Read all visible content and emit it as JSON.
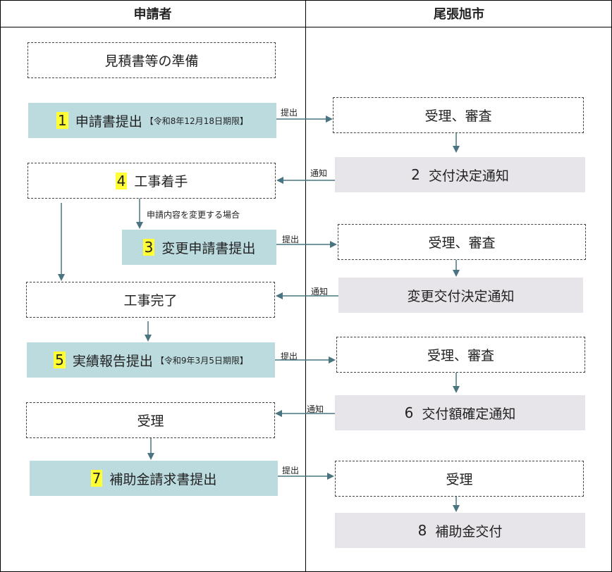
{
  "headers": {
    "applicant": "申請者",
    "city": "尾張旭市"
  },
  "nodes": {
    "prep": "見積書等の準備",
    "step1": {
      "num": "1",
      "label": "申請書提出",
      "note": "【令和8年12月18日期限】"
    },
    "review1": "受理、審査",
    "step2": {
      "num": "2",
      "label": "交付決定通知"
    },
    "step4": {
      "num": "4",
      "label": "工事着手"
    },
    "change_note": "申請内容を変更する場合",
    "step3": {
      "num": "3",
      "label": "変更申請書提出"
    },
    "review2": "受理、審査",
    "change_notice": "変更交付決定通知",
    "complete": "工事完了",
    "step5": {
      "num": "5",
      "label": "実績報告提出",
      "note": "【令和9年3月5日期限】"
    },
    "review3": "受理、審査",
    "step6": {
      "num": "6",
      "label": "交付額確定通知"
    },
    "receipt1": "受理",
    "step7": {
      "num": "7",
      "label": "補助金請求書提出"
    },
    "receipt2": "受理",
    "step8": {
      "num": "8",
      "label": "補助金交付"
    }
  },
  "edge_labels": {
    "submit1": "提出",
    "notice1": "通知",
    "submit2": "提出",
    "notice2": "通知",
    "submit3": "提出",
    "notice3": "通知",
    "submit4": "提出"
  },
  "colors": {
    "submit_box": "#bcdbdf",
    "notice_box": "#e8e5ea",
    "highlight": "#ffff33",
    "arrow": "#4a7580"
  }
}
